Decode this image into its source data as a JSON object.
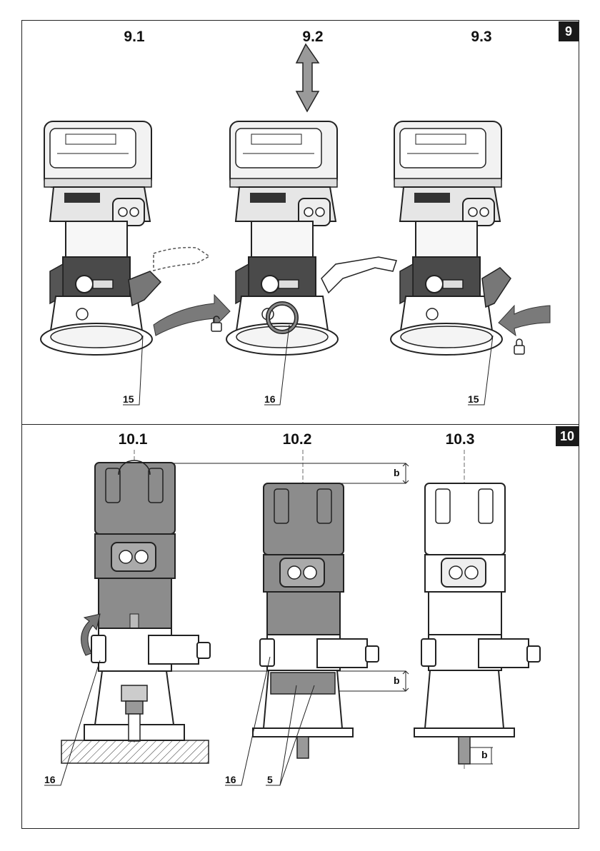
{
  "section9": {
    "badge": "9",
    "figures": [
      "9.1",
      "9.2",
      "9.3"
    ],
    "callouts": [
      "15",
      "16",
      "15"
    ]
  },
  "section10": {
    "badge": "10",
    "figures": [
      "10.1",
      "10.2",
      "10.3"
    ],
    "callouts": [
      "16",
      "16",
      "5"
    ],
    "dimension_label": "b"
  },
  "colors": {
    "ink": "#1a1a1a",
    "gray": "#8c8c8c",
    "light": "#d9d9d9",
    "arrow": "#555555"
  }
}
